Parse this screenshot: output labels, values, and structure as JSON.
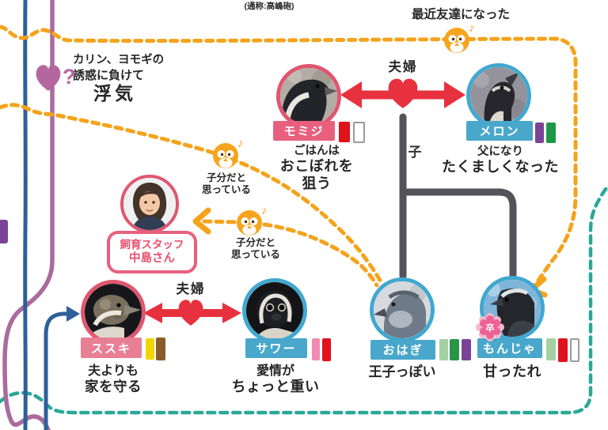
{
  "alias_note": "(通称:高嶋砲)",
  "notes": {
    "recent_friends": "最近友達になった",
    "affair_line1": "カリン、ヨモギの",
    "affair_line2": "誘惑に負けて",
    "affair_line3": "浮気",
    "affair_mark": "?",
    "kobun_line1": "子分だと",
    "kobun_line2": "思っている",
    "couple": "夫婦",
    "child": "子",
    "sotsu_badge": "卒",
    "music_note": "♪"
  },
  "staff": {
    "role": "飼育スタッフ",
    "name": "中島さん"
  },
  "penguins": {
    "momiji": {
      "name": "モミジ",
      "ring": "#e0566f",
      "band": "#e8607e",
      "desc1": "ごはんは",
      "desc2": "おこぼれを",
      "desc3": "狙う",
      "chip1": "#e0121b",
      "chip2": "#ffffff"
    },
    "melon": {
      "name": "メロン",
      "ring": "#41a8cf",
      "band": "#48a7cb",
      "desc1": "父になり",
      "desc2": "たくましくなった",
      "chip1": "#7b4397",
      "chip2": "#1f9646"
    },
    "susuki": {
      "name": "ススキ",
      "ring": "#e0566f",
      "band": "#e87f95",
      "desc1": "夫よりも",
      "desc2": "家を守る",
      "chip1": "#f2d500",
      "chip2": "#8b5a2b"
    },
    "sawa": {
      "name": "サワー",
      "ring": "#41a8cf",
      "band": "#48a7cb",
      "desc1": "愛情が",
      "desc2": "ちょっと重い",
      "chip1": "#f08ab0",
      "chip2": "#e0121b"
    },
    "ohagi": {
      "name": "おはぎ",
      "ring": "#41a8cf",
      "band": "#48a7cb",
      "desc1": "王子っぽい",
      "chip1": "#a5cfa5",
      "chip2": "#289548",
      "chip3": "#7b4397"
    },
    "monja": {
      "name": "もんじゃ",
      "ring": "#41a8cf",
      "band": "#48a7cb",
      "desc1": "甘ったれ",
      "chip1": "#a5cfa5",
      "chip2": "#e0121b",
      "chip3": "#ffffff"
    }
  },
  "colors": {
    "line_blue": "#2e6099",
    "line_mauve": "#ab6b9d",
    "line_teal": "#2aa897",
    "line_orange": "#f5a31b",
    "line_gray": "#54525a",
    "arrow_red": "#e8313e",
    "chick_orange": "#f7a41d",
    "staff_text": "#e8506e",
    "badge_pink": "#ec6292",
    "side_chip_purple": "#7b4397",
    "heart_purple": "#b4679e"
  }
}
